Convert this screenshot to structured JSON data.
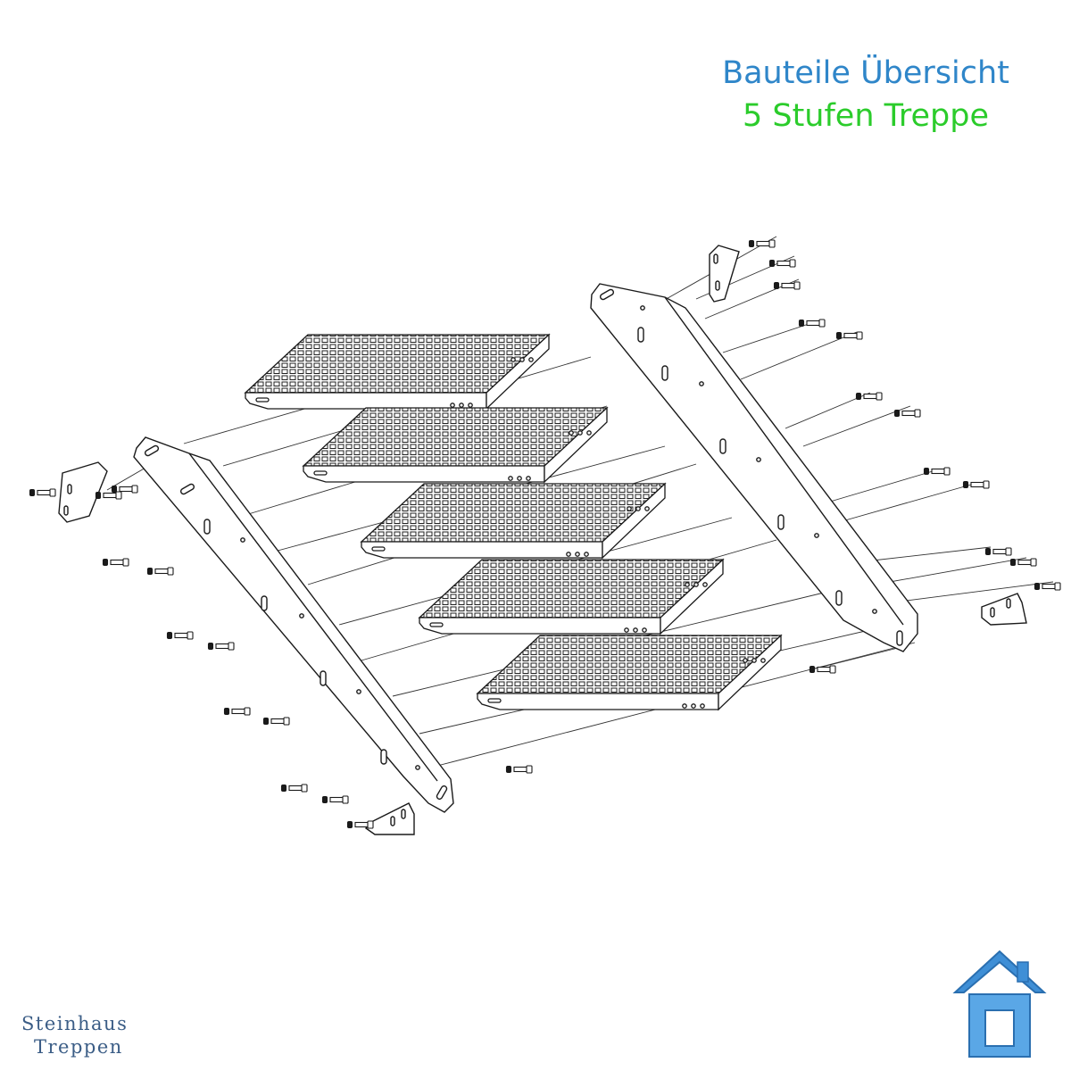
{
  "header": {
    "title": "Bauteile Übersicht",
    "subtitle": "5 Stufen Treppe"
  },
  "brand": {
    "line1": "Steinhaus",
    "line2": "Treppen",
    "logo_icon": "house-logo-icon",
    "logo_color": "#3f8fd6"
  },
  "diagram": {
    "step_count": 5,
    "stroke_color": "#1a1a1a"
  }
}
